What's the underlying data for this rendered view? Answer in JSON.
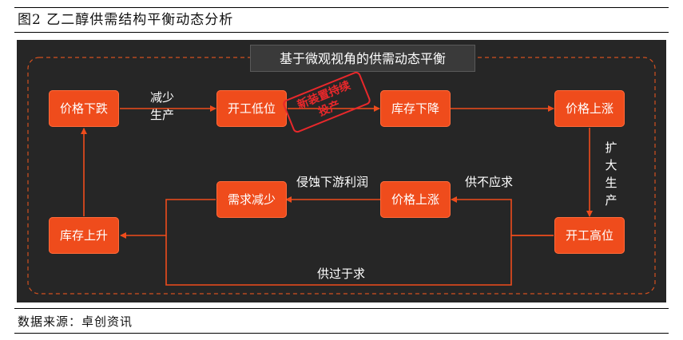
{
  "figure": {
    "caption": "图2 乙二醇供需结构平衡动态分析",
    "source": "数据来源：卓创资讯"
  },
  "diagram": {
    "heading": "基于微观视角的供需动态平衡",
    "nodes": {
      "price_fall": "价格下跌",
      "low_operation": "开工低位",
      "inventory_fall": "库存下降",
      "price_rise_top": "价格上涨",
      "high_operation": "开工高位",
      "price_rise_mid": "价格上涨",
      "demand_reduce": "需求减少",
      "inventory_rise": "库存上升"
    },
    "stamp": {
      "line1": "新装置持续",
      "line2": "投产"
    },
    "edge_labels": {
      "reduce_production_1": "减少",
      "reduce_production_2": "生产",
      "expand_production": "扩大生产",
      "supply_short": "供不应求",
      "erode_profit": "侵蚀下游利润",
      "oversupply": "供过于求"
    },
    "colors": {
      "node": "#ef4c1c",
      "arrow": "#ef4c1c",
      "panel": "#262626",
      "stamp": "#e8282b"
    }
  }
}
